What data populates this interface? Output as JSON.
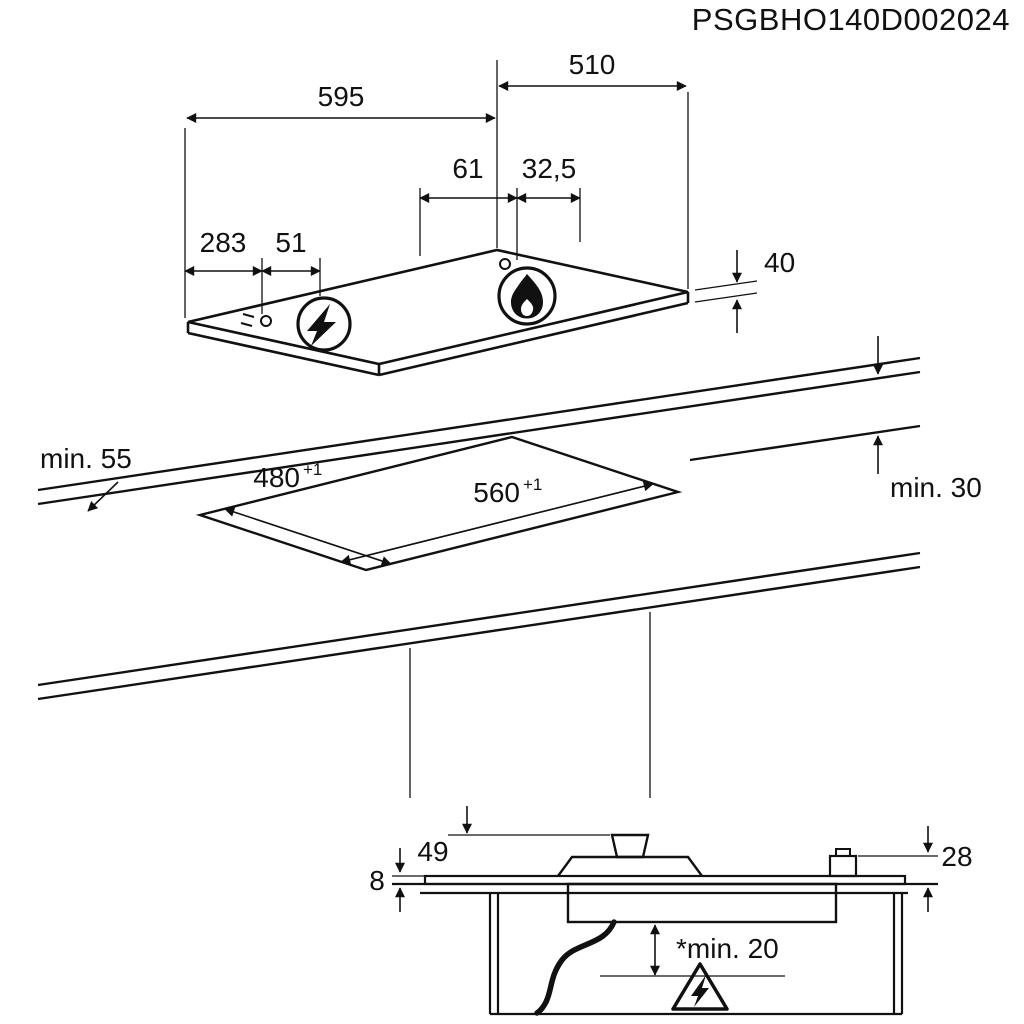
{
  "title": "PSGBHO140D002024",
  "hob_view": {
    "width": "595",
    "depth": "510",
    "burner_offset_a": "61",
    "burner_offset_b": "32,5",
    "burner_offset_left": "283",
    "ignition_offset": "51",
    "height": "40",
    "electric_icon": "lightning-bolt",
    "gas_icon": "flame"
  },
  "cutout_view": {
    "cutout_depth": "480",
    "cutout_depth_tol": "+1",
    "cutout_width": "560",
    "cutout_width_tol": "+1",
    "wall_clearance": "min. 55",
    "thickness_clearance": "min. 30"
  },
  "section_view": {
    "support_height": "49",
    "glass_thickness": "8",
    "edge_height": "28",
    "below_clearance": "*min. 20",
    "hazard_icon": "electrical-hazard-triangle"
  }
}
